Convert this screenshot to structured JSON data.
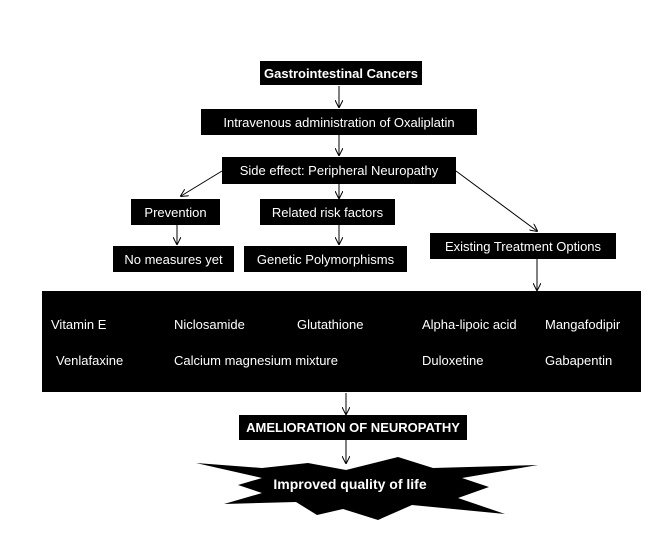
{
  "nodes": {
    "top": "Gastrointestinal Cancers",
    "iv": "Intravenous administration of Oxaliplatin",
    "side_effect": "Side effect: Peripheral Neuropathy",
    "prevention": "Prevention",
    "risk": "Related risk factors",
    "treatment": "Existing Treatment Options",
    "no_measures": "No measures yet",
    "genetic": "Genetic Polymorphisms",
    "amelioration": "AMELIORATION OF NEUROPATHY",
    "improved": "Improved quality of life"
  },
  "drugs": {
    "row1": [
      "Vitamin E",
      "Niclosamide",
      "Glutathione",
      "Alpha-lipoic acid",
      "Mangafodipir"
    ],
    "row2": [
      "Venlafaxine",
      "Calcium magnesium mixture",
      "Duloxetine",
      "Gabapentin"
    ]
  },
  "colors": {
    "box": "#000000",
    "text": "#ffffff",
    "arrow": "#000000"
  }
}
